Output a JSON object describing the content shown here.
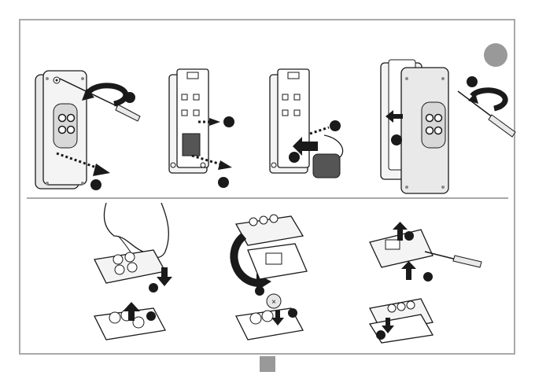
{
  "colors": {
    "frame": "#a9a9a9",
    "ink": "#1a1a1a",
    "device_body": "#e9e9e9",
    "device_shadow": "#cfcfcf",
    "battery": "#555555",
    "badge": "#999999"
  },
  "panels": {
    "top": {
      "steps": [
        {
          "name": "open-receiver-case",
          "icons": [
            "screwdriver-icon",
            "rotate-arrow-icon",
            "slide-arrow-icon"
          ]
        },
        {
          "name": "remove-battery-holder",
          "icons": [
            "slide-arrow-icon"
          ]
        },
        {
          "name": "insert-battery",
          "icons": [
            "insert-arrow-icon",
            "battery-icon"
          ]
        },
        {
          "name": "close-receiver-case",
          "icons": [
            "screwdriver-icon",
            "rotate-arrow-icon"
          ]
        }
      ]
    },
    "bottom": {
      "steps": [
        {
          "name": "open-remote-by-hand",
          "icons": [
            "hand-icon",
            "down-arrow-icon"
          ]
        },
        {
          "name": "flip-remote-cover",
          "icons": [
            "flip-arrow-icon",
            "coin-battery-icon"
          ]
        },
        {
          "name": "pry-remote-with-screwdriver",
          "icons": [
            "screwdriver-icon",
            "up-arrow-icon"
          ]
        }
      ]
    }
  }
}
